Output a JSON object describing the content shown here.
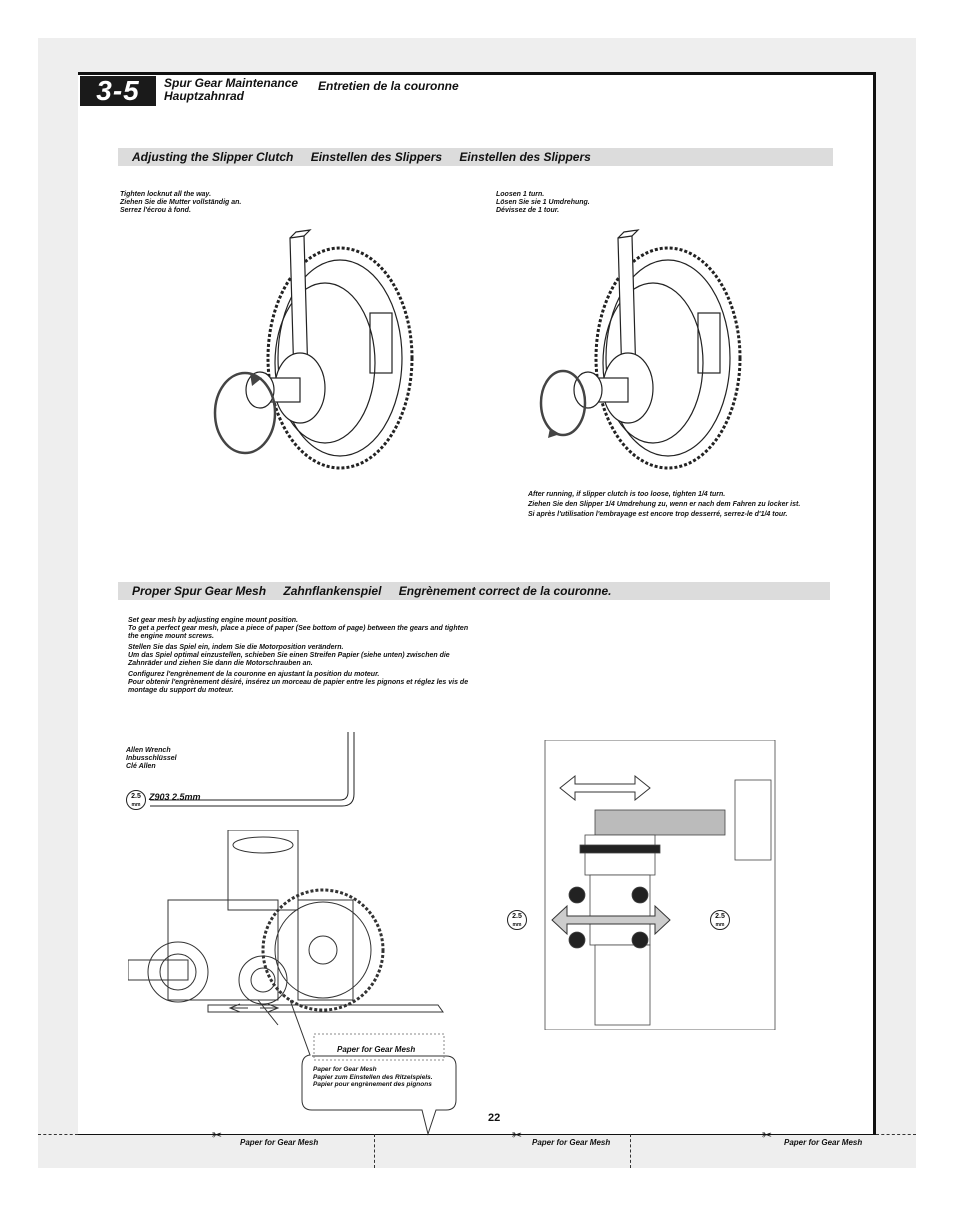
{
  "section": {
    "number": "3-5",
    "title_line1": "Spur Gear Maintenance",
    "title_line2": "Hauptzahnrad",
    "title_fr": "Entretien de la couronne"
  },
  "band1": {
    "en": "Adjusting the Slipper Clutch",
    "de": "Einstellen des Slippers",
    "fr": "Einstellen des Slippers"
  },
  "left_note": [
    "Tighten locknut all the way.",
    "Ziehen Sie die Mutter vollständig an.",
    "Serrez l'écrou à fond."
  ],
  "right_note": [
    "Loosen 1 turn.",
    "Lösen Sie sie 1 Umdrehung.",
    "Dévissez de 1 tour."
  ],
  "after_note": [
    "After running, if slipper clutch is too loose, tighten 1/4 turn.",
    "Ziehen Sie den Slipper 1/4 Umdrehung zu, wenn er nach dem Fahren zu locker ist.",
    "Si après l'utilisation l'embrayage est encore trop desserré, serrez-le d'1/4 tour."
  ],
  "band2": {
    "en": "Proper Spur Gear Mesh",
    "de": "Zahnflankenspiel",
    "fr": "Engrènement correct de la couronne."
  },
  "mesh_note": [
    [
      "Set gear mesh by adjusting engine mount position.",
      "To get a perfect gear mesh, place a piece of paper (See bottom of page) between the gears and tighten",
      "the engine mount screws."
    ],
    [
      "Stellen Sie das Spiel ein, indem Sie die Motorposition verändern.",
      "Um das Spiel optimal einzustellen, schieben Sie einen Streifen Papier (siehe unten) zwischen die",
      "Zahnräder und ziehen Sie dann die Motorschrauben an."
    ],
    [
      "Configurez l'engrènement de la couronne en ajustant la position du moteur.",
      "Pour obtenir l'engrènement désiré, insérez un morceau de papier entre les pignons et réglez les vis de",
      "montage du support du moteur."
    ]
  ],
  "tool": {
    "lines": [
      "Allen Wrench",
      "Inbusschlüssel",
      "Clé Allen"
    ],
    "size_top": "2.5",
    "size_unit": "mm",
    "code": "Z903 2.5mm"
  },
  "callout": {
    "box_label": "Paper for Gear Mesh",
    "lines": [
      "Paper for Gear Mesh",
      "Papier zum Einstellen des Ritzelspiels.",
      "Papier pour engrènement des pignons"
    ]
  },
  "page_number": "22",
  "footer": {
    "paper_label": "Paper for Gear Mesh"
  }
}
